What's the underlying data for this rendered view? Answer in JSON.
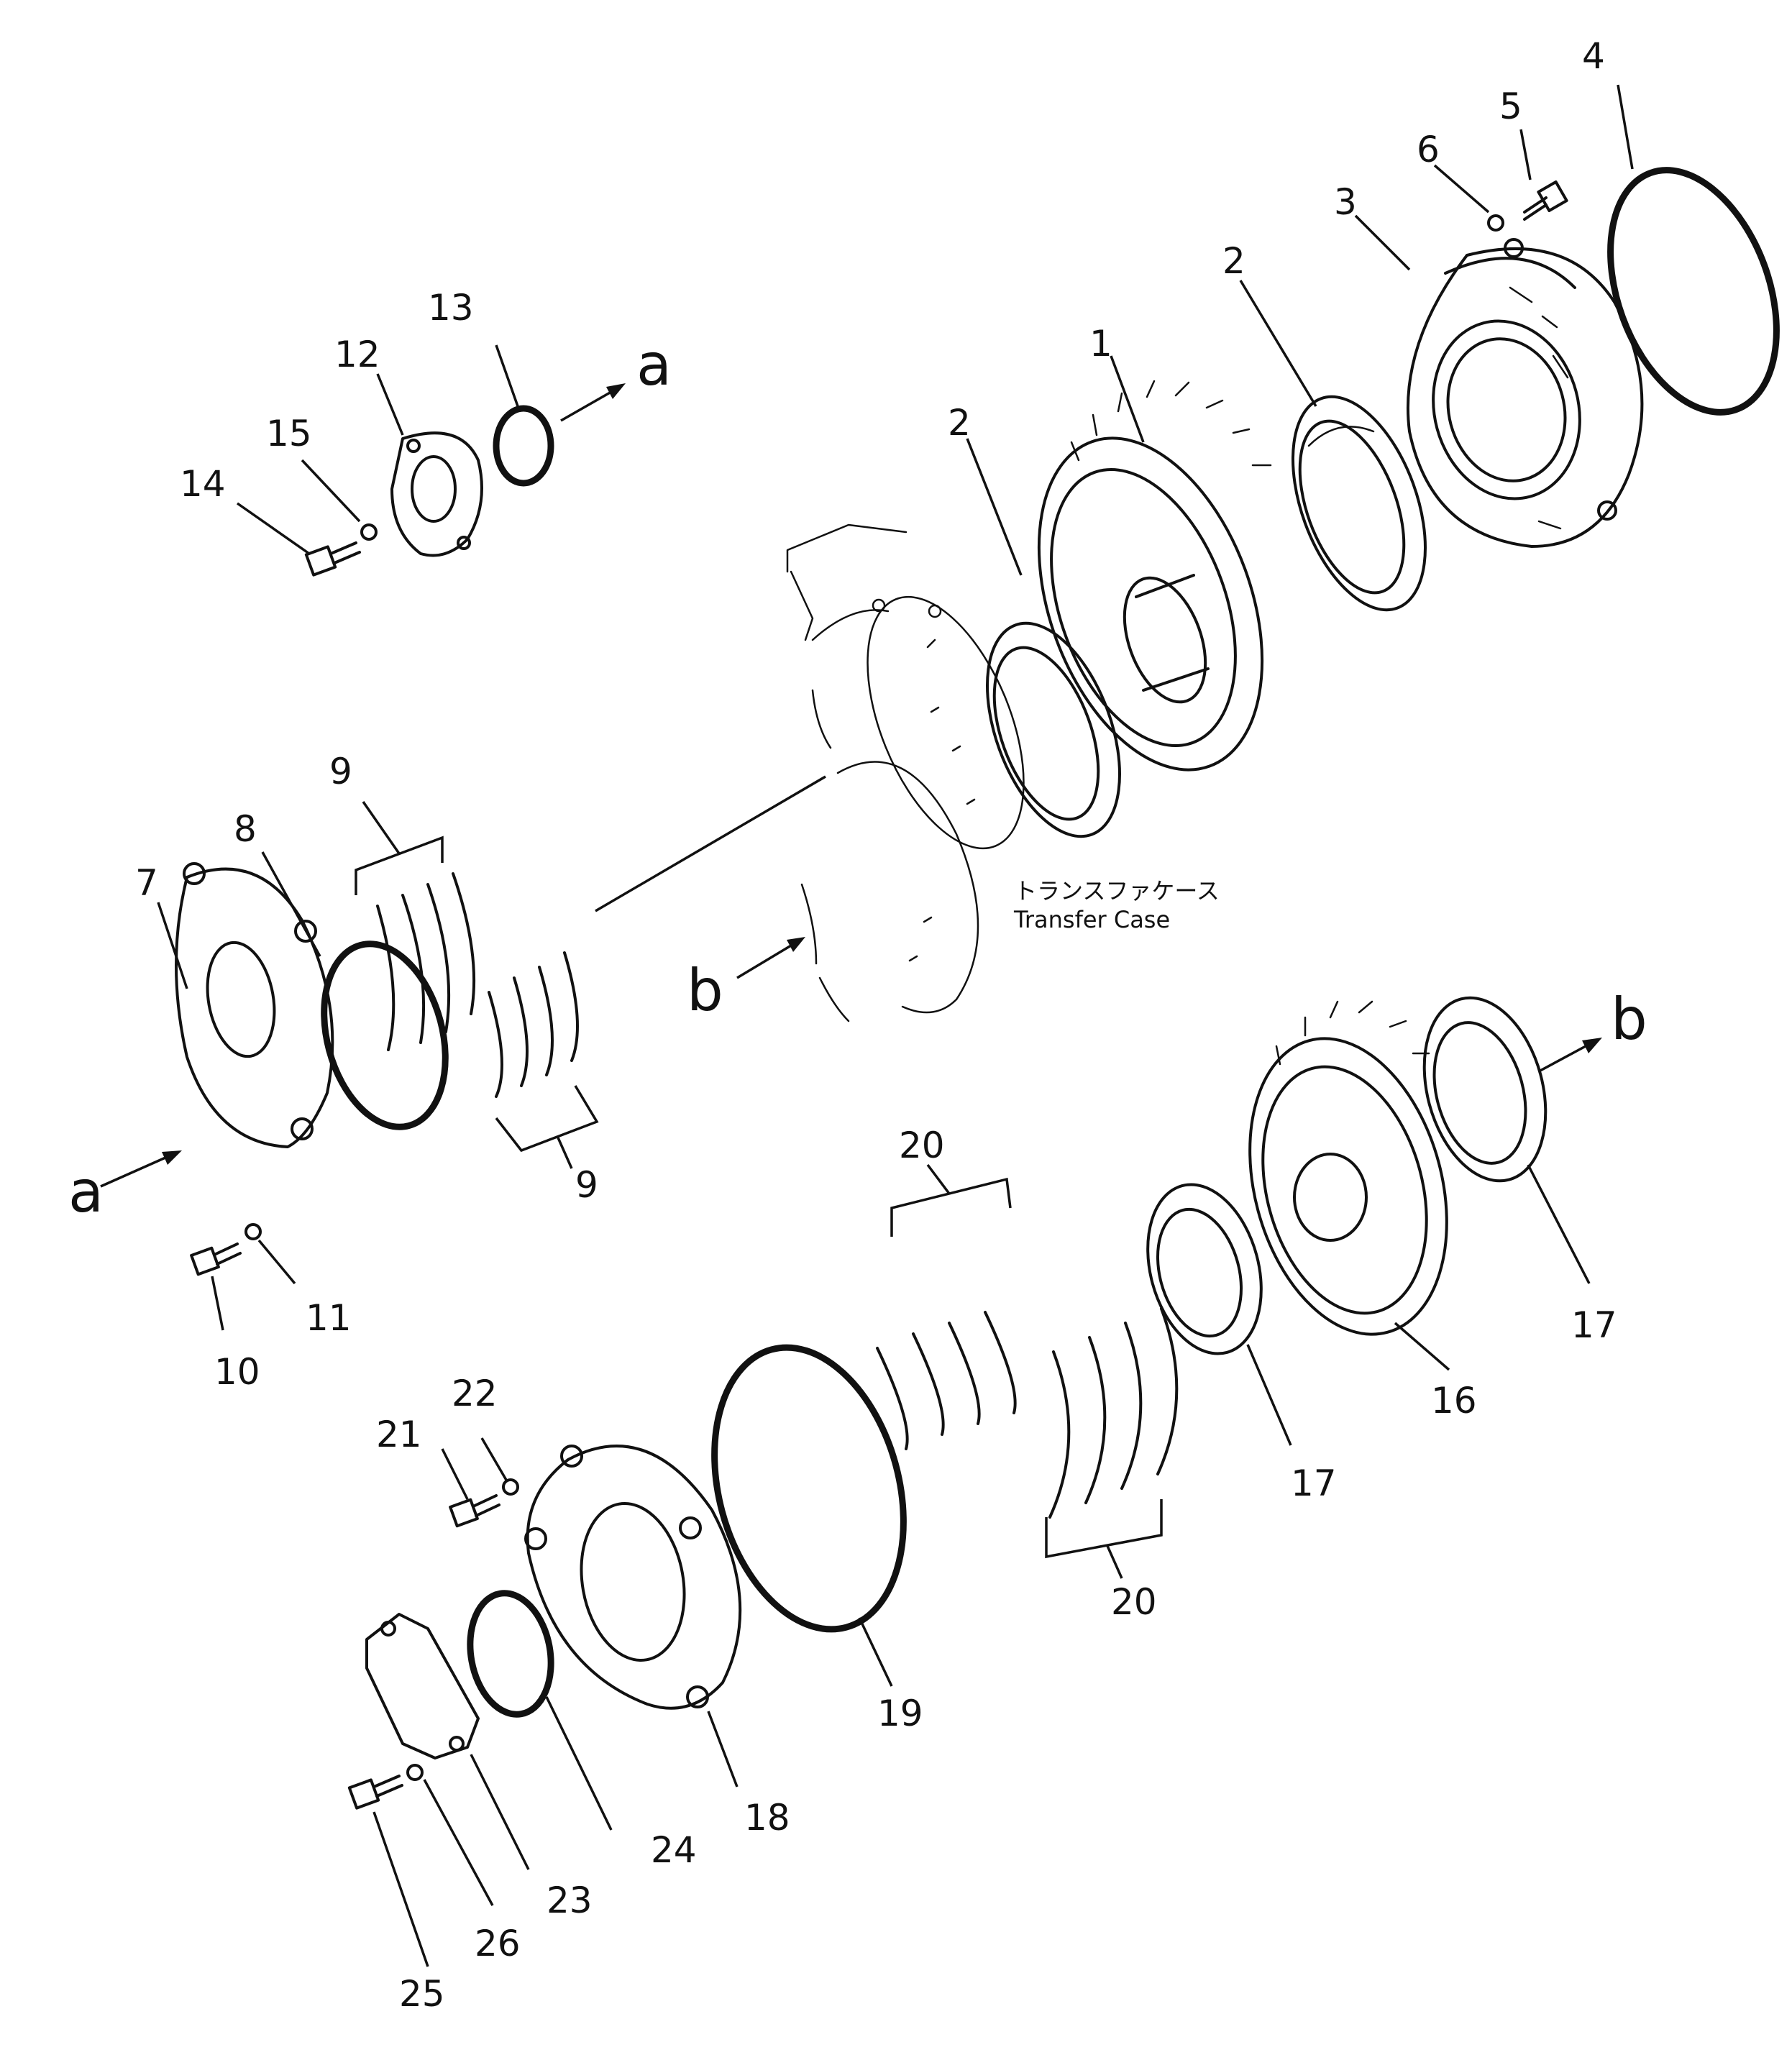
{
  "case_label": {
    "japanese": "トランスファケース",
    "english": "Transfer Case"
  },
  "letters": {
    "a": "a",
    "b": "b"
  },
  "callouts": {
    "c1": "1",
    "c2": "2",
    "c3": "3",
    "c4": "4",
    "c5": "5",
    "c6": "6",
    "c7": "7",
    "c8": "8",
    "c9": "9",
    "c10": "10",
    "c11": "11",
    "c12": "12",
    "c13": "13",
    "c14": "14",
    "c15": "15",
    "c16": "16",
    "c17": "17",
    "c18": "18",
    "c19": "19",
    "c20": "20",
    "c21": "21",
    "c22": "22",
    "c23": "23",
    "c24": "24",
    "c25": "25",
    "c26": "26"
  }
}
